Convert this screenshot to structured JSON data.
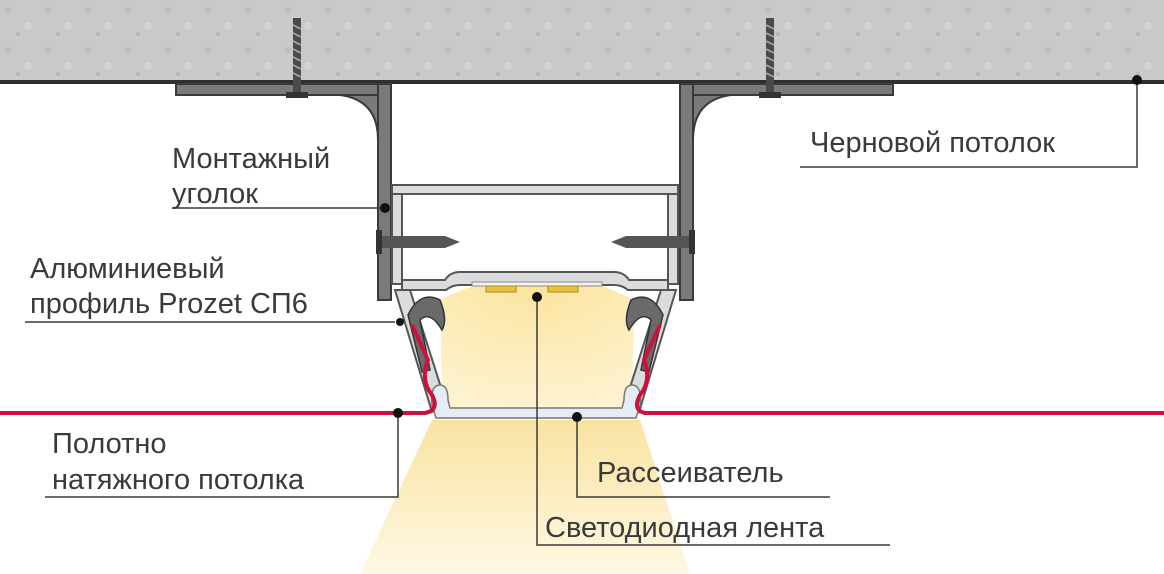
{
  "labels": {
    "mounting_bracket": [
      "Монтажный",
      "уголок"
    ],
    "rough_ceiling": "Черновой потолок",
    "aluminum_profile": [
      "Алюминиевый",
      "профиль Prozet СП6"
    ],
    "stretch_canvas": [
      "Полотно",
      "натяжного потолка"
    ],
    "diffuser": "Рассеиватель",
    "led_strip": "Светодиодная лента"
  },
  "colors": {
    "concrete": "#c9c9c7",
    "canvas": "#d0103a",
    "light": "#fbe9a8",
    "metal": "#6f6f6f",
    "profile": "#d9d9d9",
    "text": "#3a3a3a"
  }
}
